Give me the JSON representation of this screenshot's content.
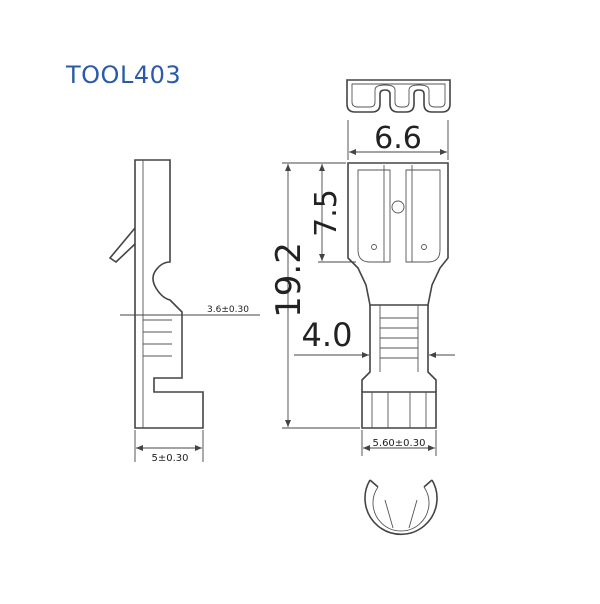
{
  "title": "TOOL403",
  "dimensions": {
    "width_top": "6.6",
    "contact_length": "7.5",
    "overall_length": "19.2",
    "crimp_width": "4.0",
    "side_slot": "3.6±0.30",
    "side_width": "5±0.30",
    "barrel_width": "5.60±0.30"
  },
  "colors": {
    "title": "#2a5aa8",
    "line": "#444444"
  }
}
